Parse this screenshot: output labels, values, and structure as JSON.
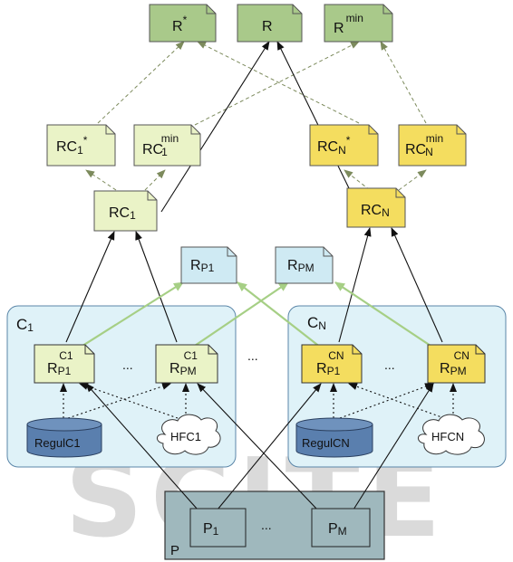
{
  "watermark": "SCITE",
  "colors": {
    "green_dark": "#a9c98a",
    "green_light": "#eaf3c7",
    "yellow": "#f4dd5f",
    "blue_doc": "#cfeaf3",
    "cluster_bg": "#dff2f8",
    "db_fill": "#5a7fae",
    "arrow_green": "#a6cf85",
    "watermark": "#cfcfcf"
  },
  "top": {
    "r_star": {
      "main": "R",
      "sup": "*"
    },
    "r": {
      "main": "R"
    },
    "r_min": {
      "main": "R",
      "sup": "min"
    }
  },
  "left_branch": {
    "rc_star": {
      "main": "RC",
      "sub": "1",
      "sup": "*"
    },
    "rc_min": {
      "main": "RC",
      "sub": "1",
      "sup": "min"
    },
    "rc": {
      "main": "RC",
      "sub": "1"
    }
  },
  "right_branch": {
    "rc_star": {
      "main": "RC",
      "sub": "N",
      "sup": "*"
    },
    "rc_min": {
      "main": "RC",
      "sub": "N",
      "sup": "min"
    },
    "rc": {
      "main": "RC",
      "sub": "N"
    }
  },
  "mid": {
    "rp1": {
      "main": "R",
      "sub": "P1"
    },
    "rpm": {
      "main": "R",
      "sub": "PM"
    }
  },
  "cluster_left": {
    "label": {
      "main": "C",
      "sub": "1"
    },
    "rp1": {
      "main": "R",
      "sub": "P1",
      "sup": "C1"
    },
    "rpm": {
      "main": "R",
      "sub": "PM",
      "sup": "C1"
    },
    "ellipsis": "...",
    "db": "RegulC1",
    "cloud": "HFC1"
  },
  "cluster_right": {
    "label": {
      "main": "C",
      "sub": "N"
    },
    "rp1": {
      "main": "R",
      "sub": "P1",
      "sup": "CN"
    },
    "rpm": {
      "main": "R",
      "sub": "PM",
      "sup": "CN"
    },
    "ellipsis": "...",
    "db": "RegulCN",
    "cloud": "HFCN"
  },
  "between_clusters": "...",
  "bottom": {
    "label": "P",
    "p1": {
      "main": "P",
      "sub": "1"
    },
    "pm": {
      "main": "P",
      "sub": "M"
    },
    "ellipsis": "..."
  }
}
